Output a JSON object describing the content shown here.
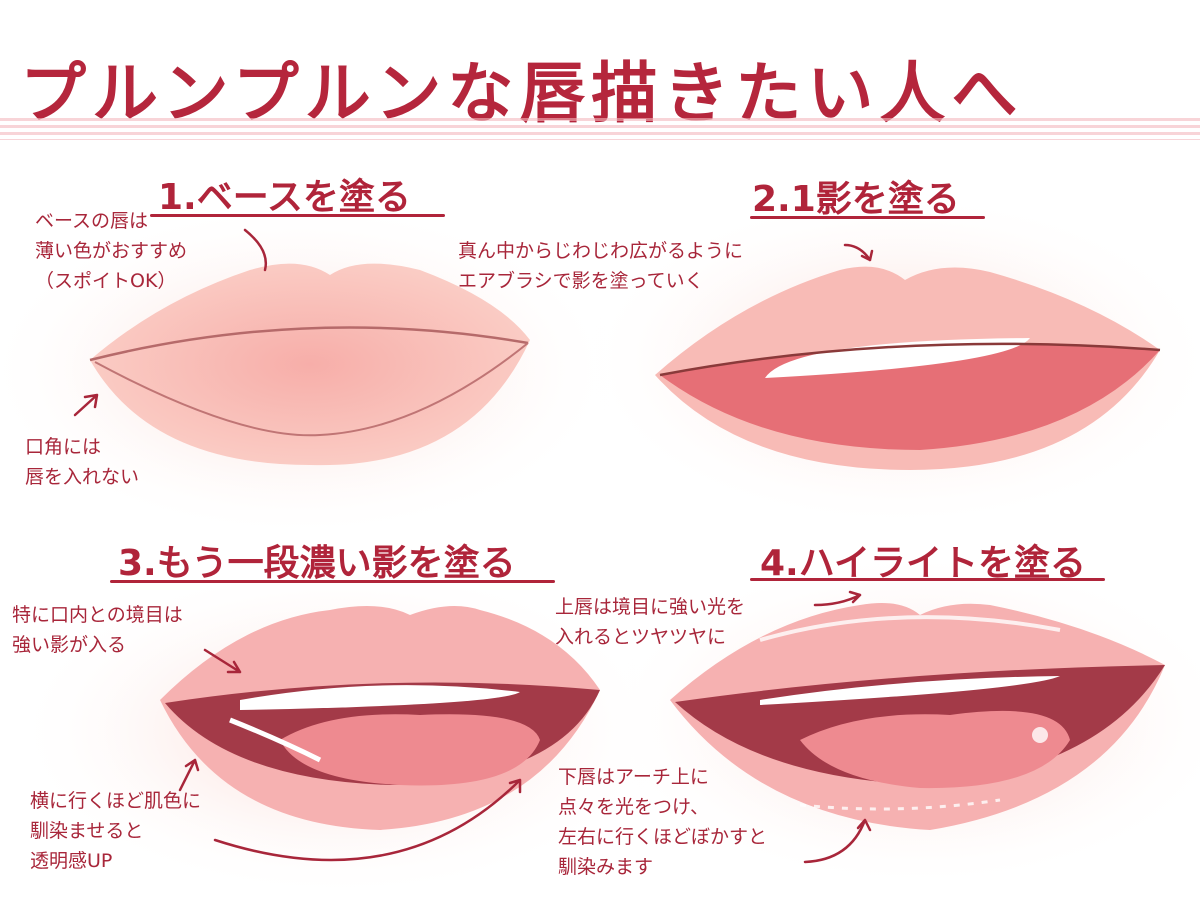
{
  "title": "プルンプルンな唇描きたい人へ",
  "steps": [
    {
      "heading": "1.ベースを塗る",
      "notes": [
        "ベースの唇は\n薄い色がおすすめ\n（スポイトOK）",
        "口角には\n唇を入れない"
      ]
    },
    {
      "heading": "2.1影を塗る",
      "notes": [
        "真ん中からじわじわ広がるように\nエアブラシで影を塗っていく"
      ]
    },
    {
      "heading": "3.もう一段濃い影を塗る",
      "notes": [
        "特に口内との境目は\n強い影が入る",
        "横に行くほど肌色に\n馴染ませると\n透明感UP"
      ]
    },
    {
      "heading": "4.ハイライトを塗る",
      "notes": [
        "上唇は境目に強い光を\n入れるとツヤツヤに",
        "下唇はアーチ上に\n点々を光をつけ、\n左右に行くほどぼかすと\n馴染みます"
      ]
    }
  ],
  "colors": {
    "text": "#a8263a",
    "base_lip": "#f9c2bb",
    "shadow": "#e8707a",
    "deep_shadow": "#b8404e",
    "mouth": "#9b3040"
  }
}
